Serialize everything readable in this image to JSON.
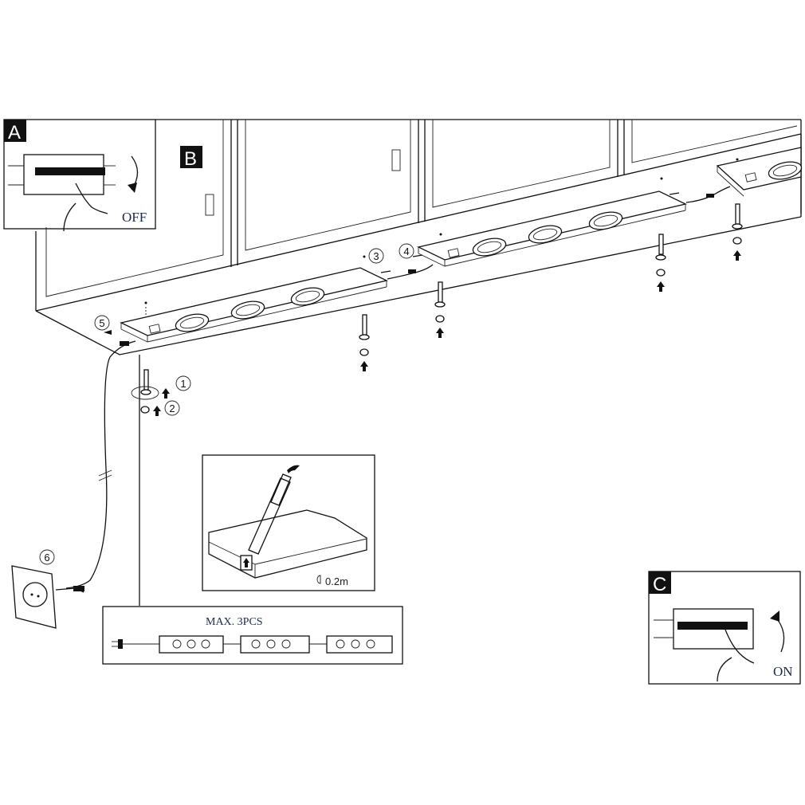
{
  "panels": {
    "a": {
      "label": "A",
      "state_text": "OFF"
    },
    "b": {
      "label": "B"
    },
    "c": {
      "label": "C",
      "state_text": "ON"
    }
  },
  "steps": [
    "1",
    "2",
    "3",
    "4",
    "5",
    "6"
  ],
  "detail": {
    "distance_text": "0.2m"
  },
  "chain": {
    "title": "MAX. 3PCS",
    "count": 3
  },
  "colors": {
    "line": "#111111",
    "label_bg": "#111111",
    "text": "#1a2a4a"
  }
}
